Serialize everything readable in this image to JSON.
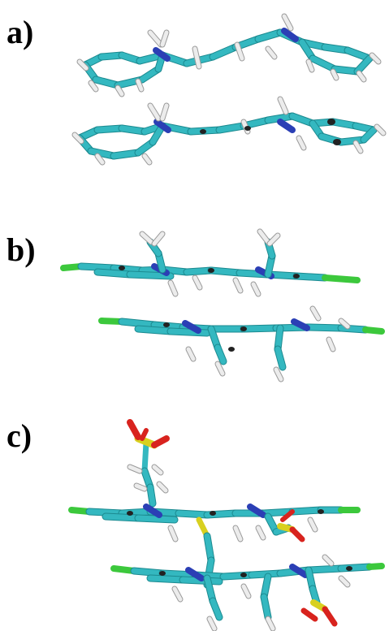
{
  "panels": [
    {
      "label": "a)"
    },
    {
      "label": "b)"
    },
    {
      "label": "c)"
    }
  ],
  "colors": {
    "carbon": "#34b8c0",
    "carbon_dark": "#1c8a90",
    "nitrogen": "#2b3fb5",
    "hydrogen": "#ececec",
    "hydrogen_edge": "#9a9a9a",
    "chlorine": "#3cc83c",
    "sulfur": "#d8d020",
    "oxygen": "#d8231e",
    "ring_hole": "#222222"
  },
  "icons": [
    "molecule-dimer-a",
    "molecule-dimer-b",
    "molecule-dimer-c"
  ]
}
